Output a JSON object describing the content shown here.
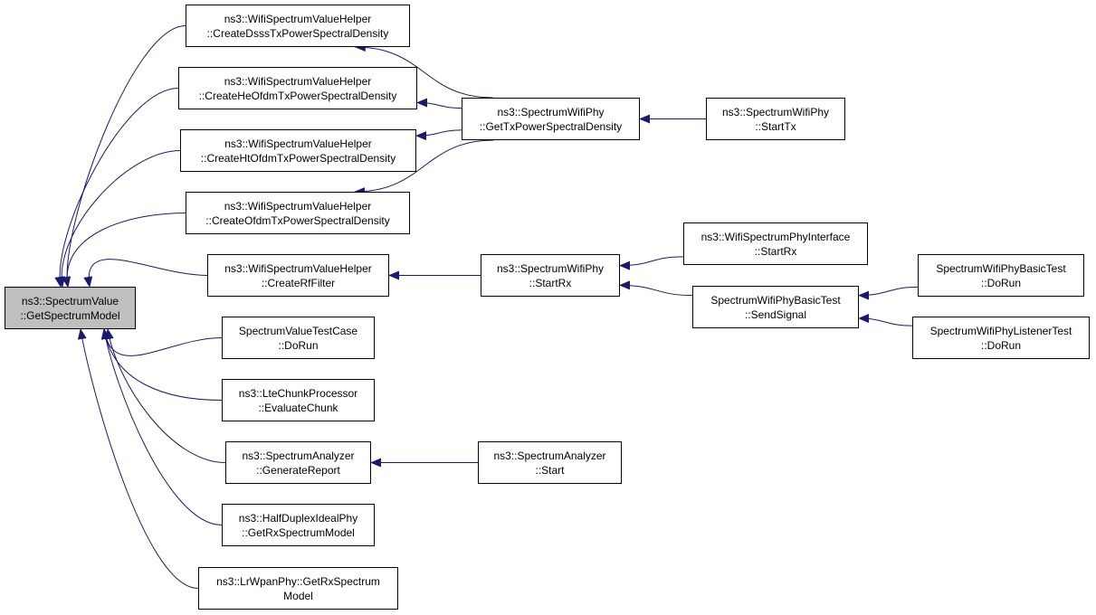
{
  "diagram": {
    "edge_color": "#191970",
    "nodes": {
      "root": [
        "ns3::SpectrumValue",
        "::GetSpectrumModel"
      ],
      "dsss": [
        "ns3::WifiSpectrumValueHelper",
        "::CreateDsssTxPowerSpectralDensity"
      ],
      "heofdm": [
        "ns3::WifiSpectrumValueHelper",
        "::CreateHeOfdmTxPowerSpectralDensity"
      ],
      "htofdm": [
        "ns3::WifiSpectrumValueHelper",
        "::CreateHtOfdmTxPowerSpectralDensity"
      ],
      "ofdm": [
        "ns3::WifiSpectrumValueHelper",
        "::CreateOfdmTxPowerSpectralDensity"
      ],
      "rffilter": [
        "ns3::WifiSpectrumValueHelper",
        "::CreateRfFilter"
      ],
      "svtest": [
        "SpectrumValueTestCase",
        "::DoRun"
      ],
      "ltechunk": [
        "ns3::LteChunkProcessor",
        "::EvaluateChunk"
      ],
      "genreport": [
        "ns3::SpectrumAnalyzer",
        "::GenerateReport"
      ],
      "halfduplex": [
        "ns3::HalfDuplexIdealPhy",
        "::GetRxSpectrumModel"
      ],
      "lrwpan": [
        "ns3::LrWpanPhy::GetRxSpectrum",
        "Model"
      ],
      "gettxpsd": [
        "ns3::SpectrumWifiPhy",
        "::GetTxPowerSpectralDensity"
      ],
      "starttx": [
        "ns3::SpectrumWifiPhy",
        "::StartTx"
      ],
      "startrx": [
        "ns3::SpectrumWifiPhy",
        "::StartRx"
      ],
      "ifacestartrx": [
        "ns3::WifiSpectrumPhyInterface",
        "::StartRx"
      ],
      "sendsignal": [
        "SpectrumWifiPhyBasicTest",
        "::SendSignal"
      ],
      "basicdorun": [
        "SpectrumWifiPhyBasicTest",
        "::DoRun"
      ],
      "listenerdorun": [
        "SpectrumWifiPhyListenerTest",
        "::DoRun"
      ],
      "analyzerstart": [
        "ns3::SpectrumAnalyzer",
        "::Start"
      ]
    },
    "edges": [
      [
        "dsss",
        "root"
      ],
      [
        "heofdm",
        "root"
      ],
      [
        "htofdm",
        "root"
      ],
      [
        "ofdm",
        "root"
      ],
      [
        "rffilter",
        "root"
      ],
      [
        "svtest",
        "root"
      ],
      [
        "ltechunk",
        "root"
      ],
      [
        "genreport",
        "root"
      ],
      [
        "halfduplex",
        "root"
      ],
      [
        "lrwpan",
        "root"
      ],
      [
        "gettxpsd",
        "dsss"
      ],
      [
        "gettxpsd",
        "heofdm"
      ],
      [
        "gettxpsd",
        "htofdm"
      ],
      [
        "gettxpsd",
        "ofdm"
      ],
      [
        "starttx",
        "gettxpsd"
      ],
      [
        "startrx",
        "rffilter"
      ],
      [
        "ifacestartrx",
        "startrx"
      ],
      [
        "sendsignal",
        "startrx"
      ],
      [
        "basicdorun",
        "sendsignal"
      ],
      [
        "listenerdorun",
        "sendsignal"
      ],
      [
        "analyzerstart",
        "genreport"
      ]
    ]
  }
}
